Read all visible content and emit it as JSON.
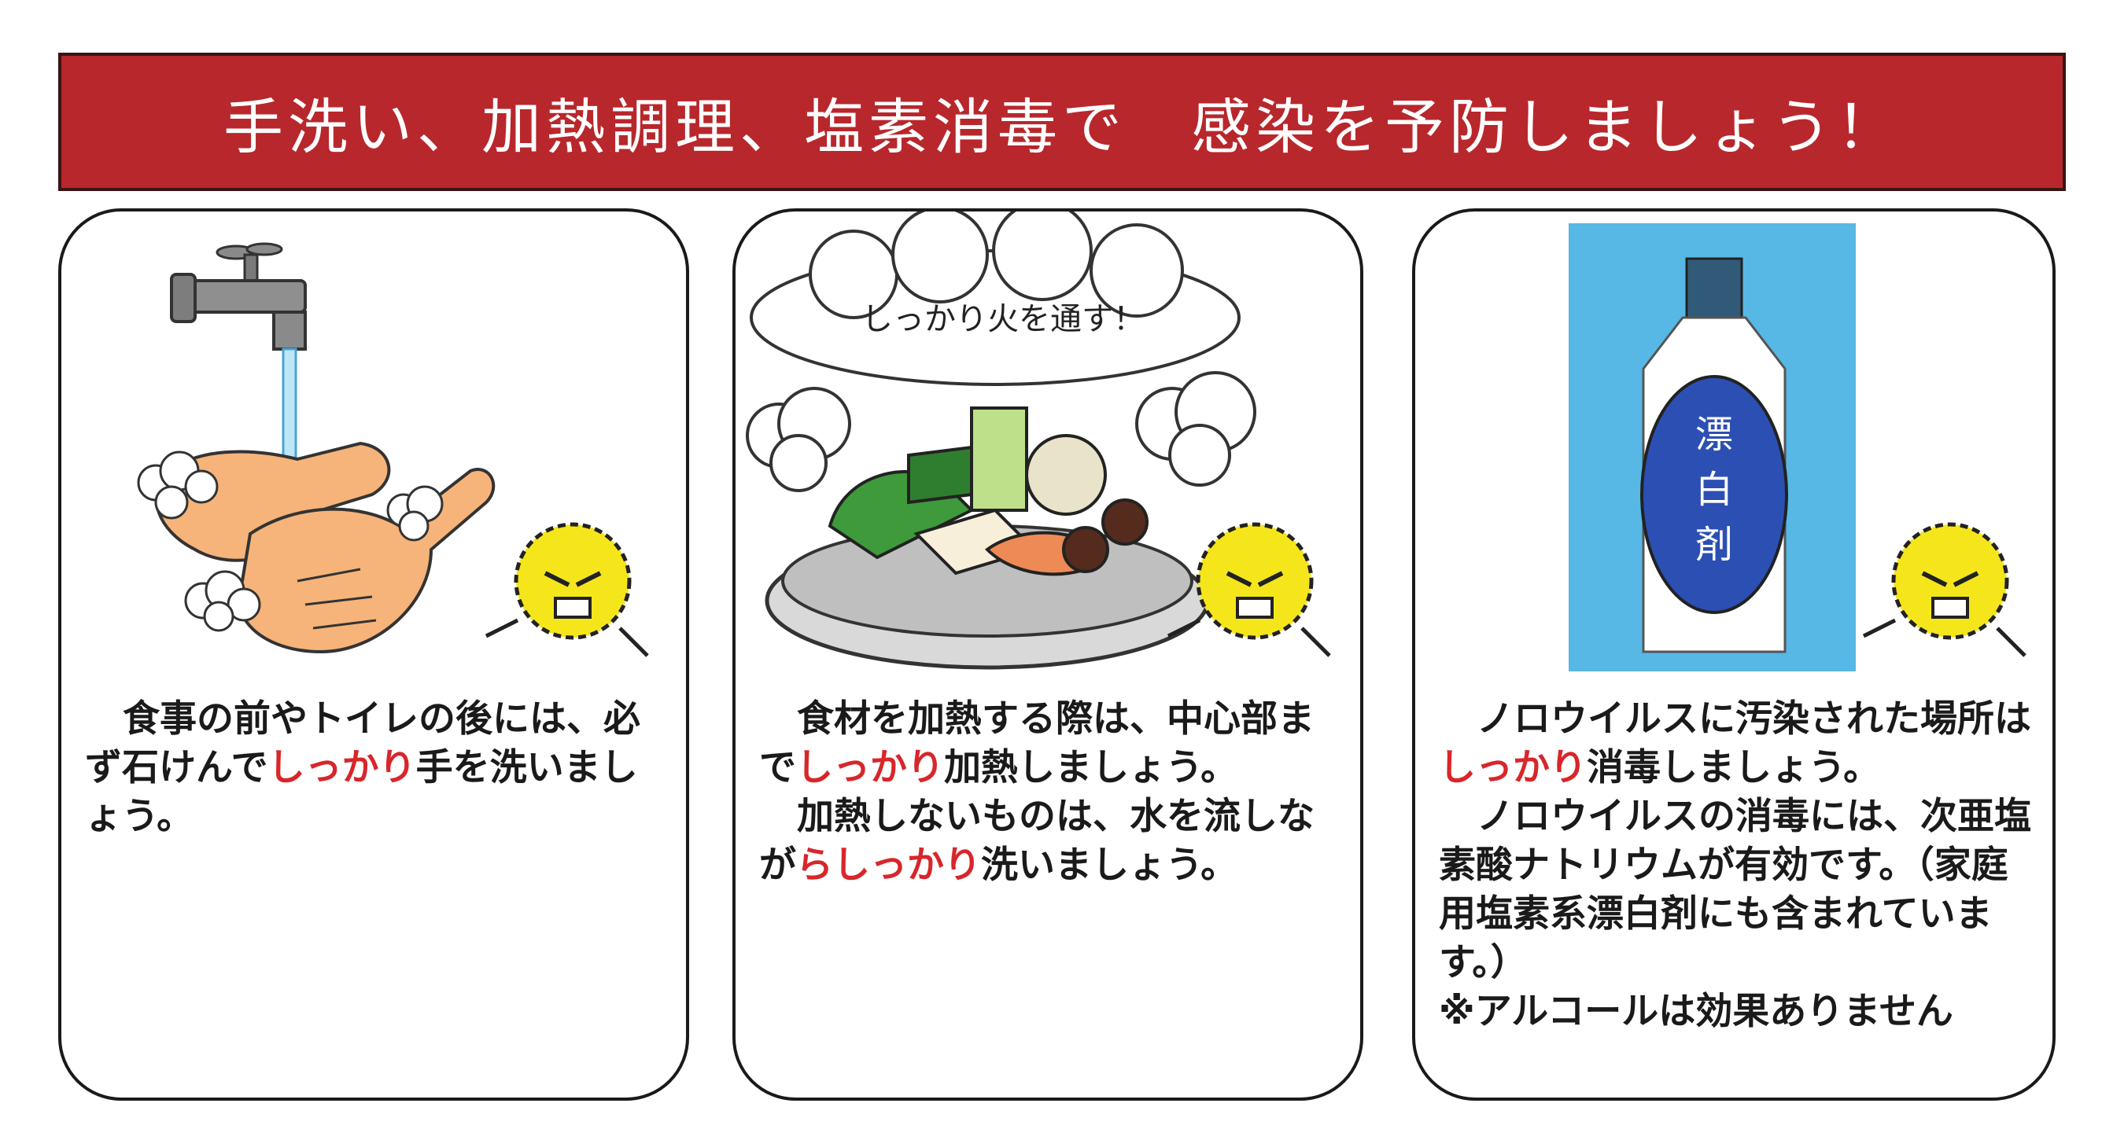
{
  "banner": {
    "title": "手洗い、加熱調理、塩素消毒で　感染を予防しましょう！"
  },
  "colors": {
    "banner": "#b8272c",
    "highlight": "#d8262a",
    "virus": "#f5e61c",
    "bottle_bg": "#57b8e6",
    "label": "#2c4fb4"
  },
  "panels": [
    {
      "icons": [
        "faucet-icon",
        "washing-hands-icon",
        "soap-bubble-icon",
        "virus-icon"
      ],
      "p1_a": "食事の前やトイレの後には、必ず石けんで",
      "p1_hl": "しっかり",
      "p1_b": "手を洗いましょう。"
    },
    {
      "icons": [
        "thought-cloud-icon",
        "hot-pot-icon",
        "steam-icon",
        "virus-icon"
      ],
      "cloud_text": "しっかり火を通す！",
      "p1_a": "食材を加熱する際は、中心部まで",
      "p1_hl": "しっかり",
      "p1_b": "加熱しましょう。",
      "p2_a": "加熱しないものは、水を流しなが",
      "p2_hl": "らしっかり",
      "p2_b": "洗いましょう。"
    },
    {
      "icons": [
        "bleach-bottle-icon",
        "virus-icon"
      ],
      "bottle_label": [
        "漂",
        "白",
        "剤"
      ],
      "p1_a": "ノロウイルスに汚染された場所は",
      "p1_hl": "しっかり",
      "p1_b": "消毒しましょう。",
      "p2": "ノロウイルスの消毒には、次亜塩素酸ナトリウムが有効です。（家庭用塩素系漂白剤にも含まれています。）",
      "note": "※アルコールは効果ありません"
    }
  ]
}
